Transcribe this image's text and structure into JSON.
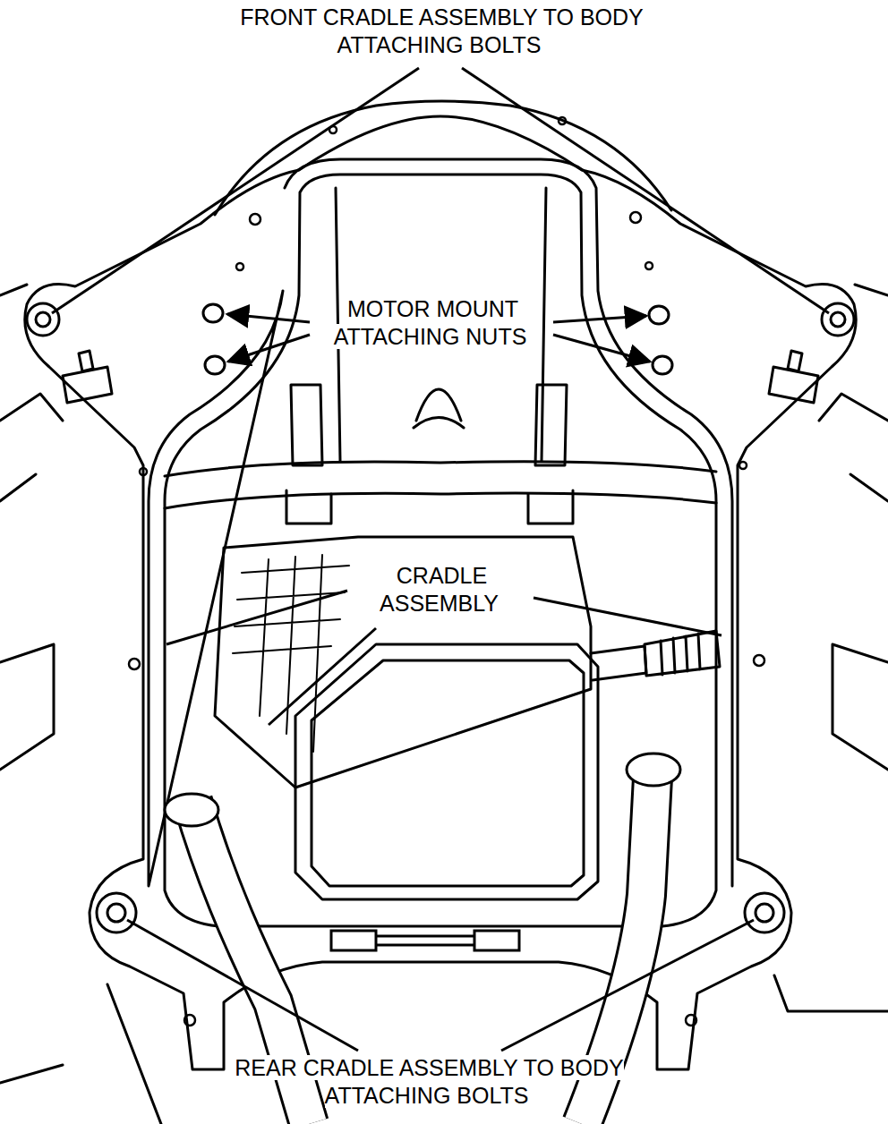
{
  "diagram": {
    "labels": [
      "FRONT CRADLE ASSEMBLY TO BODY ATTACHING BOLTS",
      "MOTOR MOUNT ATTACHING NUTS",
      "CRADLE ASSEMBLY",
      "REAR CRADLE ASSEMBLY TO BODY ATTACHING BOLTS"
    ]
  }
}
